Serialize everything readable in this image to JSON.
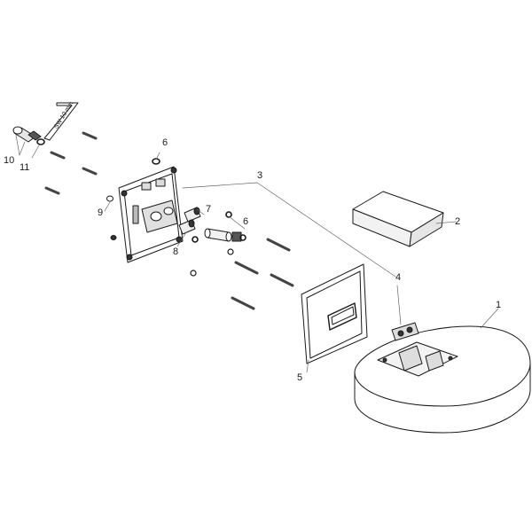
{
  "tool": {
    "label": "SW 10 mm"
  },
  "callouts": {
    "c1": "1",
    "c2": "2",
    "c3": "3",
    "c4": "4",
    "c5": "5",
    "c6a": "6",
    "c6b": "6",
    "c7": "7",
    "c8": "8",
    "c9": "9",
    "c10": "10",
    "c11": "11"
  }
}
